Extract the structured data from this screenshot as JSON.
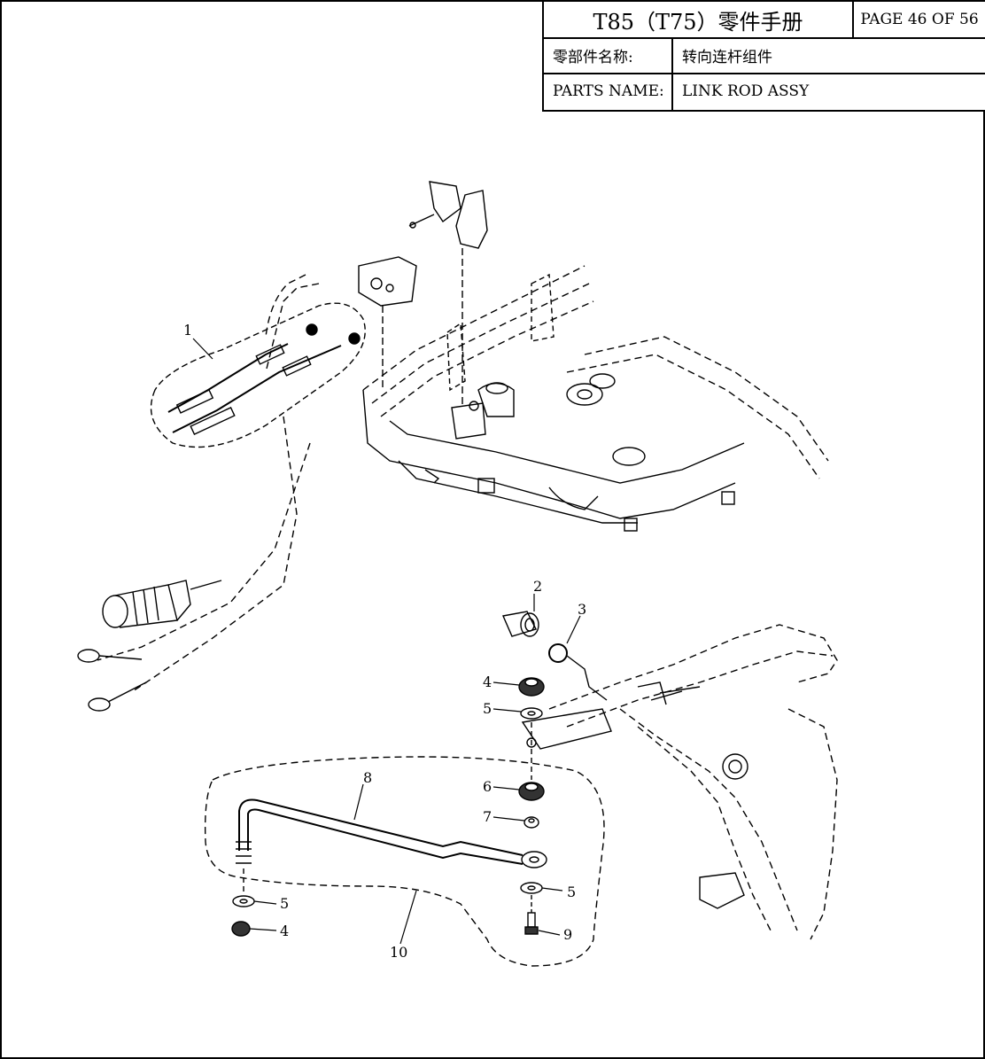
{
  "header": {
    "manual_title": "T85（T75）零件手册",
    "page_label": "PAGE 46 OF 56",
    "part_name_cn_label": "零部件名称:",
    "part_name_cn_value": "转向连杆组件",
    "part_name_en_label": "PARTS NAME:",
    "part_name_en_value": "LINK ROD ASSY"
  },
  "callouts": {
    "c1": "1",
    "c2": "2",
    "c3": "3",
    "c4a": "4",
    "c5a": "5",
    "c6": "6",
    "c7": "7",
    "c8": "8",
    "c5b": "5",
    "c5c": "5",
    "c4b": "4",
    "c9": "9",
    "c10": "10"
  }
}
